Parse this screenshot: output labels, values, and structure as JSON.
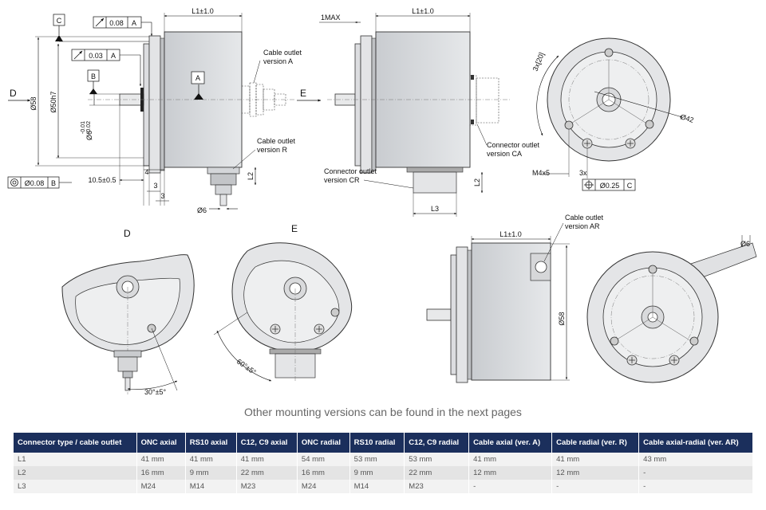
{
  "drawing_labels": {
    "datum_c": "C",
    "datum_b": "B",
    "datum_a": "A",
    "runout_1": "0.08",
    "runout_1_ref": "A",
    "runout_2": "0.03",
    "runout_2_ref": "A",
    "concentric": "Ø0.08",
    "concentric_ref": "B",
    "l1_top": "L1±1.0",
    "l1_mid": "L1±1.0",
    "l1_bottom": "L1±1.0",
    "one_max": "1MAX",
    "d_arrow": "D",
    "e_arrow": "E",
    "d58": "Ø58",
    "d50": "Ø50h7",
    "d6_shaft": "Ø6",
    "shaft_tol_top": "-0.01",
    "shaft_tol_bot": "-0.02",
    "dim_4": "4",
    "dim_3a": "3",
    "dim_3b": "3",
    "dim_105": "10.5±0.5",
    "dim_l2_a": "L2",
    "dim_l2_b": "L2",
    "dim_l3": "L3",
    "dim_d6_bottom": "Ø6",
    "cable_a_1": "Cable outlet",
    "cable_a_2": "version A",
    "cable_r_1": "Cable outlet",
    "cable_r_2": "version R",
    "conn_ca_1": "Connector outlet",
    "conn_ca_2": "version CA",
    "conn_cr_1": "Connector outlet",
    "conn_cr_2": "version CR",
    "angle_3x20": "3x[20]",
    "d42": "Ø42",
    "m4x5": "M4x5",
    "three_x": "3x",
    "pos_tol": "Ø0.25",
    "pos_tol_ref": "C",
    "view_d": "D",
    "view_e": "E",
    "angle_30": "30°±5°",
    "angle_60": "60°±5°",
    "cable_ar_1": "Cable outlet",
    "cable_ar_2": "version AR",
    "d58_bottom": "Ø58",
    "d6_cable": "Ø6"
  },
  "caption": "Other mounting versions can be found in the next pages",
  "table": {
    "headers": [
      "Connector type / cable outlet",
      "ONC axial",
      "RS10 axial",
      "C12, C9 axial",
      "ONC radial",
      "RS10 radial",
      "C12, C9 radial",
      "Cable axial (ver. A)",
      "Cable radial (ver. R)",
      "Cable axial-radial (ver. AR)"
    ],
    "rows": [
      [
        "L1",
        "41 mm",
        "41 mm",
        "41 mm",
        "54 mm",
        "53 mm",
        "53 mm",
        "41 mm",
        "41 mm",
        "43 mm"
      ],
      [
        "L2",
        "16 mm",
        "9 mm",
        "22 mm",
        "16 mm",
        "9 mm",
        "22 mm",
        "12 mm",
        "12 mm",
        "-"
      ],
      [
        "L3",
        "M24",
        "M14",
        "M23",
        "M24",
        "M14",
        "M23",
        "-",
        "-",
        "-"
      ]
    ]
  }
}
